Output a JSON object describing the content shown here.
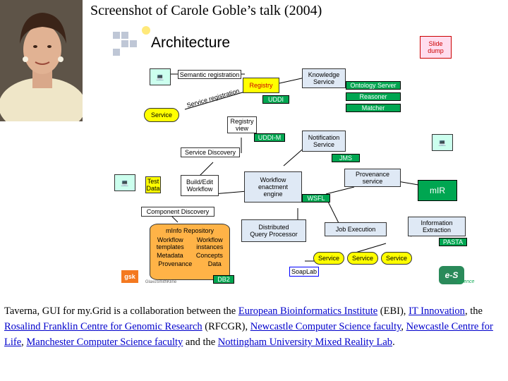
{
  "slide": {
    "title": "Screenshot of Carole Goble’s talk (2004)"
  },
  "architecture": {
    "title": "Architecture",
    "slide_dump": "Slide\ndump",
    "boxes": {
      "semantic_registration": "Semantic registration",
      "registry": "Registry",
      "uddi": "UDDI",
      "knowledge_service": "Knowledge\nService",
      "ontology_server": "Ontology Server",
      "reasoner": "Reasoner",
      "matcher": "Matcher",
      "service": "Service",
      "service_registration": "Service registration",
      "registry_view": "Registry\nview",
      "uddi_m": "UDDI-M",
      "notification_service": "Notification\nService",
      "jms": "JMS",
      "service_discovery": "Service Discovery",
      "test_data": "Test\nData",
      "build_edit_workflow": "Build/Edit\nWorkflow",
      "workflow_engine": "Workflow\nenactment\nengine",
      "wsfl": "WSFL",
      "provenance_service": "Provenance\nservice",
      "mir": "mIR",
      "component_discovery": "Component Discovery",
      "mirepository": "mInfo Repository",
      "workflow_templates": "Workflow\ntemplates",
      "workflow_instances": "Workflow\ninstances",
      "metadata": "Metadata",
      "concepts": "Concepts",
      "provenance": "Provenance",
      "data": "Data",
      "db2": "DB2",
      "distributed_query": "Distributed\nQuery Processor",
      "job_execution": "Job Execution",
      "information_extraction": "Information\nExtraction",
      "pasta": "PASTA",
      "soaplab": "SoapLab",
      "service_1": "Service",
      "service_2": "Service",
      "service_3": "Service",
      "gsk_logo": "gsk",
      "gsk_text": "GlaxoSmithKline",
      "escience_logo": "e-S",
      "escience_text": "Science"
    }
  },
  "caption": {
    "t1": "Taverna, GUI for my.Grid is a collaboration between the ",
    "l1": "European Bioinformatics Institute",
    "t2": " (EBI), ",
    "l2": "IT Innovation",
    "t3": ", the ",
    "l3": "Rosalind Franklin Centre for Genomic Research",
    "t4": " (RFCGR), ",
    "l4": "Newcastle Computer Science faculty",
    "t5": ", ",
    "l5": "Newcastle Centre for Life",
    "t6": ", ",
    "l6": "Manchester Computer Science faculty",
    "t7": " and the ",
    "l7": "Nottingham University Mixed Reality Lab",
    "t8": "."
  }
}
